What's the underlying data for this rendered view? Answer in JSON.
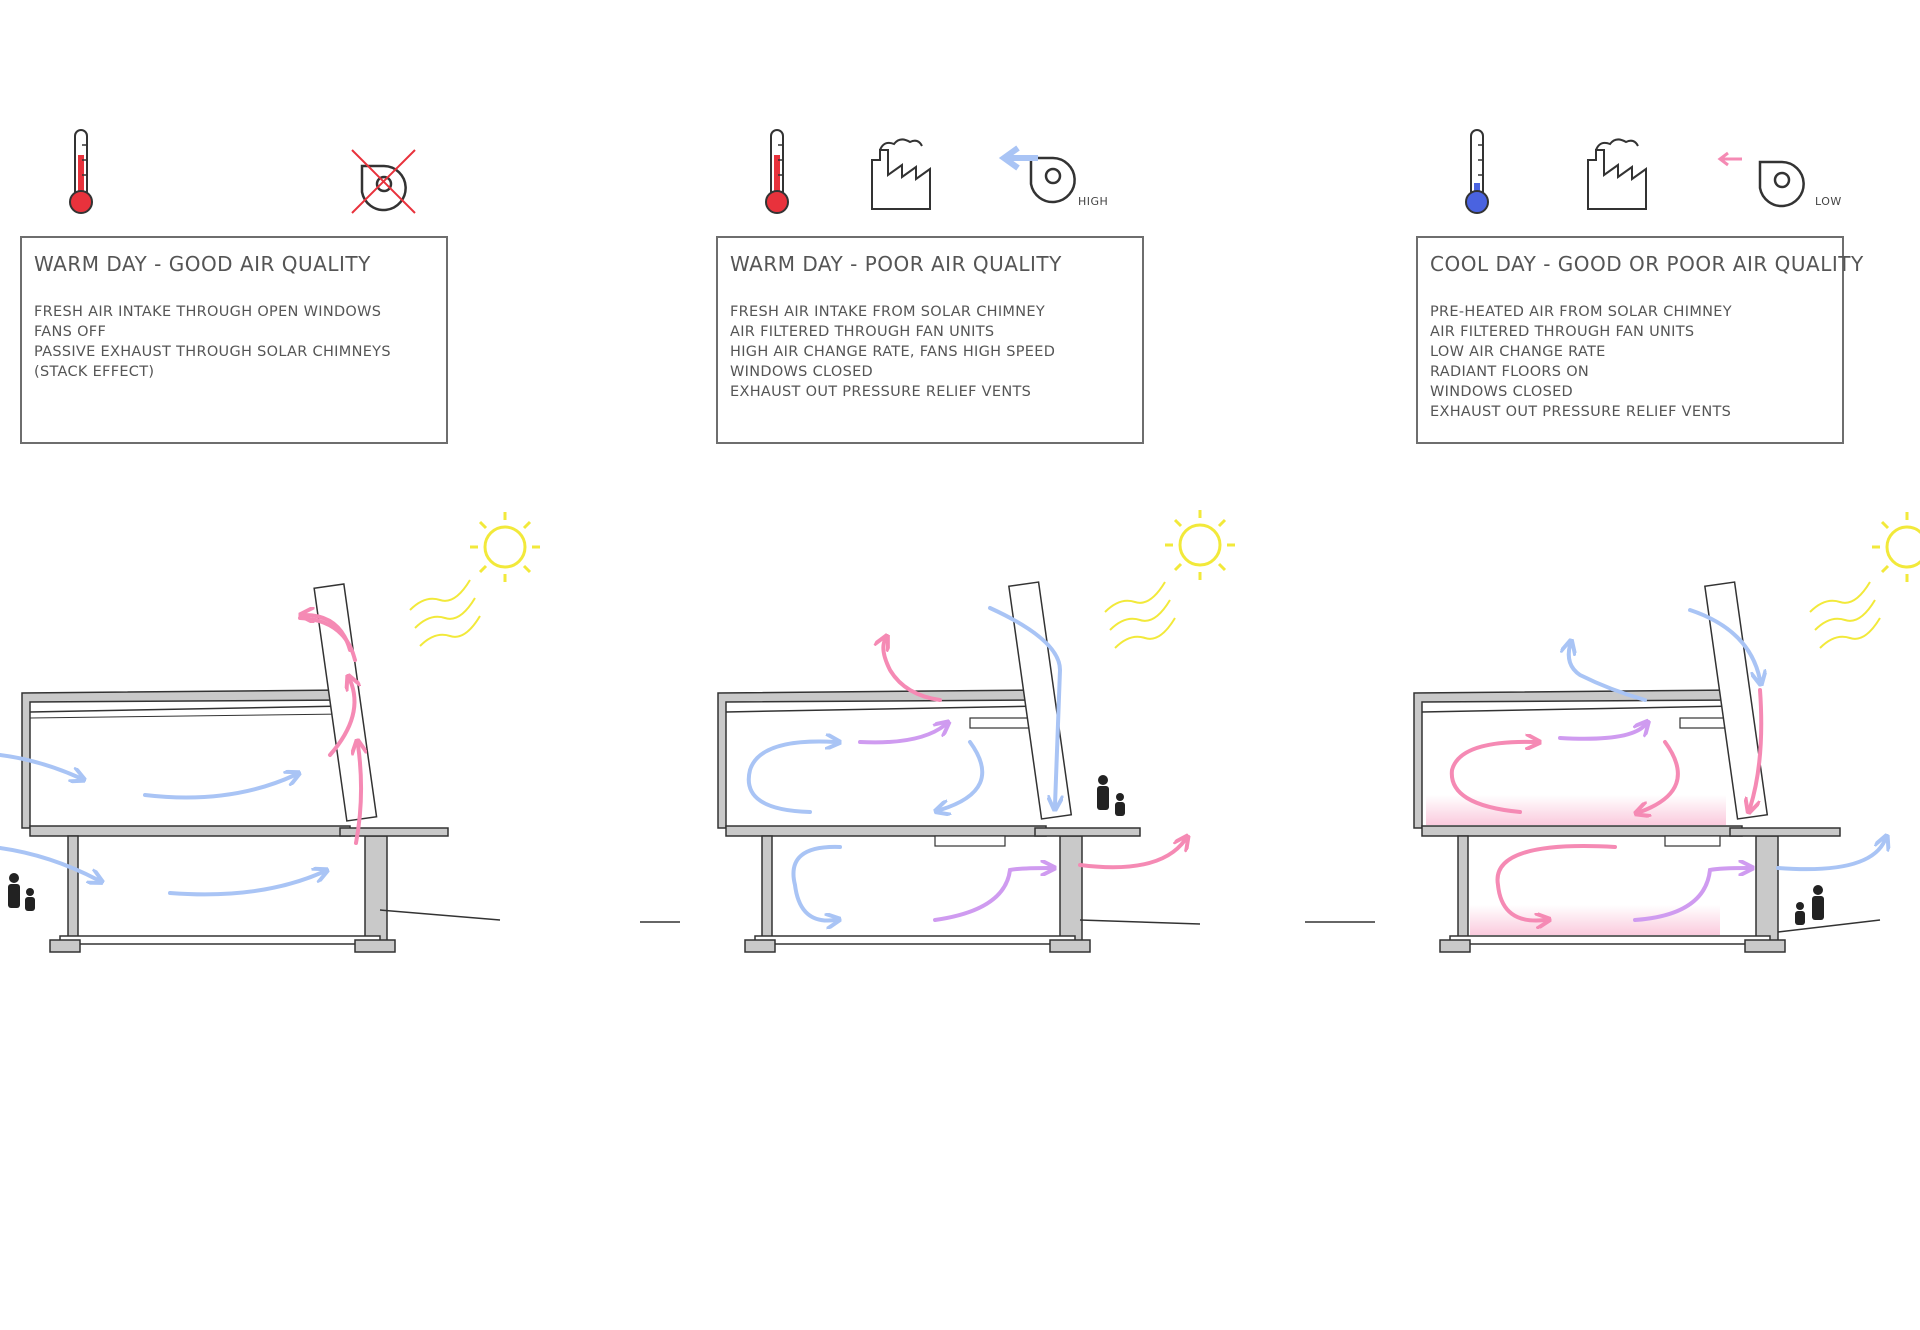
{
  "panels": [
    {
      "title": "WARM DAY - GOOD AIR QUALITY",
      "lines": [
        "FRESH AIR INTAKE THROUGH OPEN WINDOWS",
        "FANS OFF",
        "PASSIVE EXHAUST THROUGH SOLAR CHIMNEYS",
        "(STACK EFFECT)"
      ],
      "thermometer": "warm",
      "icons": [
        "thermometer-icon",
        "fan-disabled-icon"
      ],
      "fan_label": ""
    },
    {
      "title": "WARM DAY - POOR AIR QUALITY",
      "lines": [
        "FRESH AIR INTAKE FROM SOLAR CHIMNEY",
        "AIR FILTERED THROUGH FAN UNITS",
        "HIGH AIR CHANGE RATE, FANS HIGH SPEED",
        "WINDOWS CLOSED",
        "EXHAUST OUT PRESSURE RELIEF VENTS"
      ],
      "thermometer": "warm",
      "icons": [
        "thermometer-icon",
        "factory-icon",
        "fan-icon"
      ],
      "fan_label": "HIGH"
    },
    {
      "title": "COOL DAY - GOOD OR POOR AIR QUALITY",
      "lines": [
        "PRE-HEATED AIR FROM SOLAR CHIMNEY",
        "AIR FILTERED THROUGH FAN UNITS",
        "LOW AIR CHANGE RATE",
        "RADIANT FLOORS ON",
        "WINDOWS CLOSED",
        "EXHAUST OUT PRESSURE RELIEF VENTS"
      ],
      "thermometer": "cool",
      "icons": [
        "thermometer-icon",
        "factory-icon",
        "fan-icon"
      ],
      "fan_label": "LOW"
    }
  ],
  "colors": {
    "warm": "#e8323c",
    "cool": "#4a63e0",
    "fresh_air": "#a9c4f5",
    "exhaust_air": "#f58ab4",
    "filtered_air": "#cf9bf0",
    "sun": "#f2e93a",
    "structure": "#c9c9c9",
    "line": "#333333"
  }
}
